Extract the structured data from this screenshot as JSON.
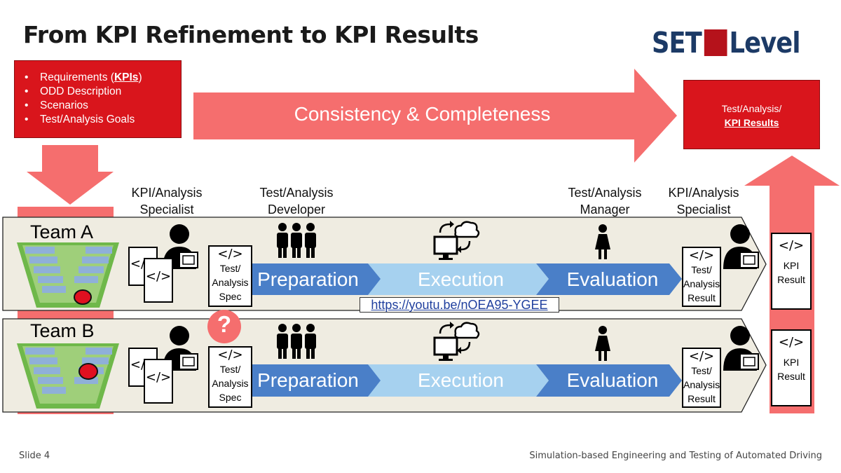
{
  "title": "From KPI Refinement to KPI Results",
  "logo": {
    "left": "SET",
    "right": "Level"
  },
  "requirements": {
    "items": [
      "Requirements (",
      "ODD Description",
      "Scenarios",
      "Test/Analysis Goals"
    ],
    "kpis": "KPIs",
    "close": ")"
  },
  "consistency": "Consistency & Completeness",
  "results_box": {
    "line1": "Test/Analysis/",
    "line2": "KPI Results"
  },
  "roles": {
    "specialist": [
      "KPI/Analysis",
      "Specialist"
    ],
    "developer": [
      "Test/Analysis",
      "Developer"
    ],
    "manager": [
      "Test/Analysis",
      "Manager"
    ],
    "specialist2": [
      "KPI/Analysis",
      "Specialist"
    ]
  },
  "teams": [
    {
      "name": "Team A",
      "spec": [
        "Test/",
        "Analysis",
        "Spec"
      ],
      "steps": [
        "Preparation",
        "Execution",
        "Evaluation"
      ],
      "result": [
        "Test/",
        "Analysis",
        "Result"
      ],
      "kpi": [
        "KPI",
        "Result"
      ]
    },
    {
      "name": "Team B",
      "spec": [
        "Test/",
        "Analysis",
        "Spec"
      ],
      "steps": [
        "Preparation",
        "Execution",
        "Evaluation"
      ],
      "result": [
        "Test/",
        "Analysis",
        "Result"
      ],
      "kpi": [
        "KPI",
        "Result"
      ]
    }
  ],
  "code_glyph": "</>",
  "question": "?",
  "link": "https://youtu.be/nOEA95-YGEE",
  "footer": {
    "left": "Slide 4",
    "right": "Simulation-based Engineering and Testing of Automated Driving"
  },
  "colors": {
    "red": "#d9151c",
    "salmon": "#f56e6e",
    "blue_dark": "#4a7fc8",
    "blue_light": "#a6d1ef",
    "band": "#efece1"
  }
}
